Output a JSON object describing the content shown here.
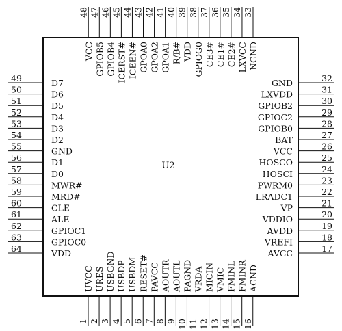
{
  "chip_label": "U2",
  "bottom_pins": [
    {
      "num": "1",
      "name": "UVCC"
    },
    {
      "num": "2",
      "name": "URES"
    },
    {
      "num": "3",
      "name": "USBGND"
    },
    {
      "num": "4",
      "name": "USBDP"
    },
    {
      "num": "5",
      "name": "USBDM"
    },
    {
      "num": "6",
      "name": "RESET#"
    },
    {
      "num": "7",
      "name": "PAVCC"
    },
    {
      "num": "8",
      "name": "AOUTR"
    },
    {
      "num": "9",
      "name": "AOUTL"
    },
    {
      "num": "10",
      "name": "PAGND"
    },
    {
      "num": "11",
      "name": "VRDA"
    },
    {
      "num": "12",
      "name": "MICIN"
    },
    {
      "num": "13",
      "name": "VMIC"
    },
    {
      "num": "14",
      "name": "FMINL"
    },
    {
      "num": "15",
      "name": "FMINR"
    },
    {
      "num": "16",
      "name": "AGND"
    }
  ],
  "right_pins": [
    {
      "num": "17",
      "name": "AVCC"
    },
    {
      "num": "18",
      "name": "VREFI"
    },
    {
      "num": "19",
      "name": "AVDD"
    },
    {
      "num": "20",
      "name": "VDDIO"
    },
    {
      "num": "21",
      "name": "VP"
    },
    {
      "num": "22",
      "name": "LRADC1"
    },
    {
      "num": "23",
      "name": "PWRM0"
    },
    {
      "num": "24",
      "name": "HOSCI"
    },
    {
      "num": "25",
      "name": "HOSCO"
    },
    {
      "num": "26",
      "name": "VCC"
    },
    {
      "num": "27",
      "name": "BAT"
    },
    {
      "num": "28",
      "name": "GPIOB0"
    },
    {
      "num": "29",
      "name": "GPIOC2"
    },
    {
      "num": "30",
      "name": "GPIOB2"
    },
    {
      "num": "31",
      "name": "LXVDD"
    },
    {
      "num": "32",
      "name": "GND"
    }
  ],
  "top_pins": [
    {
      "num": "33",
      "name": "NGND"
    },
    {
      "num": "34",
      "name": "LXVCC"
    },
    {
      "num": "35",
      "name": "CE2#"
    },
    {
      "num": "36",
      "name": "CE1#"
    },
    {
      "num": "37",
      "name": "CE3#"
    },
    {
      "num": "38",
      "name": "GPIOG0"
    },
    {
      "num": "39",
      "name": "VDD"
    },
    {
      "num": "40",
      "name": "R/B#"
    },
    {
      "num": "41",
      "name": "GPOA1"
    },
    {
      "num": "42",
      "name": "GPOA2"
    },
    {
      "num": "43",
      "name": "GPOA0"
    },
    {
      "num": "44",
      "name": "ICEEN#"
    },
    {
      "num": "45",
      "name": "ICERST#"
    },
    {
      "num": "46",
      "name": "GPIOB4"
    },
    {
      "num": "47",
      "name": "GPIOB5"
    },
    {
      "num": "48",
      "name": "VCC"
    }
  ],
  "left_pins": [
    {
      "num": "49",
      "name": "D7"
    },
    {
      "num": "50",
      "name": "D6"
    },
    {
      "num": "51",
      "name": "D5"
    },
    {
      "num": "52",
      "name": "D4"
    },
    {
      "num": "53",
      "name": "D3"
    },
    {
      "num": "54",
      "name": "D2"
    },
    {
      "num": "55",
      "name": "GND"
    },
    {
      "num": "56",
      "name": "D1"
    },
    {
      "num": "57",
      "name": "D0"
    },
    {
      "num": "58",
      "name": "MWR#"
    },
    {
      "num": "59",
      "name": "MRD#"
    },
    {
      "num": "60",
      "name": "CLE"
    },
    {
      "num": "61",
      "name": "ALE"
    },
    {
      "num": "62",
      "name": "GPIOC1"
    },
    {
      "num": "63",
      "name": "GPIOC0"
    },
    {
      "num": "64",
      "name": "VDD"
    }
  ]
}
